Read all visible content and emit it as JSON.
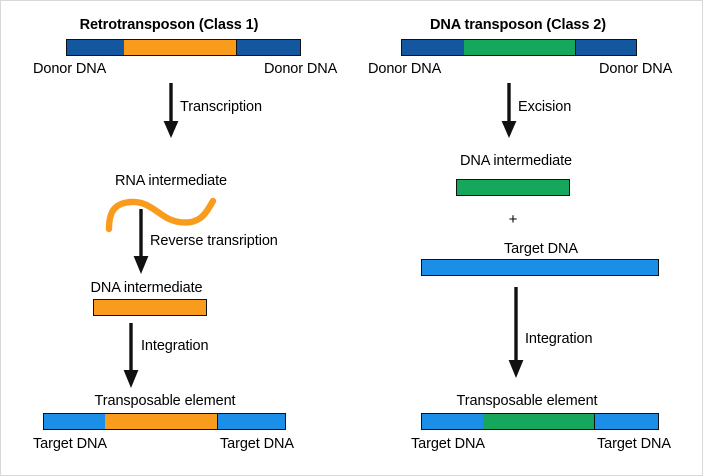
{
  "diagram": {
    "title_left": "Retrotransposon (Class 1)",
    "title_right": "DNA transposon (Class 2)",
    "colors": {
      "donor_dna_blue": "#14579E",
      "retro_orange": "#F99B1C",
      "transposon_green": "#15A85C",
      "target_dna_blue": "#1B8FE8",
      "outline": "#111111",
      "text": "#000000",
      "background": "#FFFFFF"
    },
    "left_column": {
      "name": "retrotransposon-pathway",
      "title": "Retrotransposon (Class 1)",
      "top_construct": {
        "label_left": "Donor DNA",
        "label_right": "Donor DNA",
        "segments": [
          {
            "name": "donor-dna-left",
            "color": "#14579E"
          },
          {
            "name": "retrotransposon-element",
            "color": "#F99B1C"
          },
          {
            "name": "donor-dna-right",
            "color": "#14579E"
          }
        ]
      },
      "step1_arrow_label": "Transcription",
      "rna_intermediate_label": "RNA intermediate",
      "rna_color": "#F99B1C",
      "step2_arrow_label": "Reverse transription",
      "dna_intermediate_label": "DNA intermediate",
      "dna_intermediate_color": "#F99B1C",
      "step3_arrow_label": "Integration",
      "bottom_construct": {
        "title": "Transposable element",
        "label_left": "Target DNA",
        "label_right": "Target DNA",
        "segments": [
          {
            "name": "target-dna-left",
            "color": "#1B8FE8"
          },
          {
            "name": "inserted-element",
            "color": "#F99B1C"
          },
          {
            "name": "target-dna-right",
            "color": "#1B8FE8"
          }
        ]
      }
    },
    "right_column": {
      "name": "dna-transposon-pathway",
      "title": "DNA transposon (Class 2)",
      "top_construct": {
        "label_left": "Donor DNA",
        "label_right": "Donor DNA",
        "segments": [
          {
            "name": "donor-dna-left",
            "color": "#14579E"
          },
          {
            "name": "dna-transposon-element",
            "color": "#15A85C"
          },
          {
            "name": "donor-dna-right",
            "color": "#14579E"
          }
        ]
      },
      "step1_arrow_label": "Excision",
      "dna_intermediate_label": "DNA intermediate",
      "dna_intermediate_color": "#15A85C",
      "plus_symbol": "+",
      "target_dna_label": "Target DNA",
      "target_dna_color": "#1B8FE8",
      "step2_arrow_label": "Integration",
      "bottom_construct": {
        "title": "Transposable element",
        "label_left": "Target DNA",
        "label_right": "Target DNA",
        "segments": [
          {
            "name": "target-dna-left",
            "color": "#1B8FE8"
          },
          {
            "name": "inserted-element",
            "color": "#15A85C"
          },
          {
            "name": "target-dna-right",
            "color": "#1B8FE8"
          }
        ]
      }
    }
  }
}
